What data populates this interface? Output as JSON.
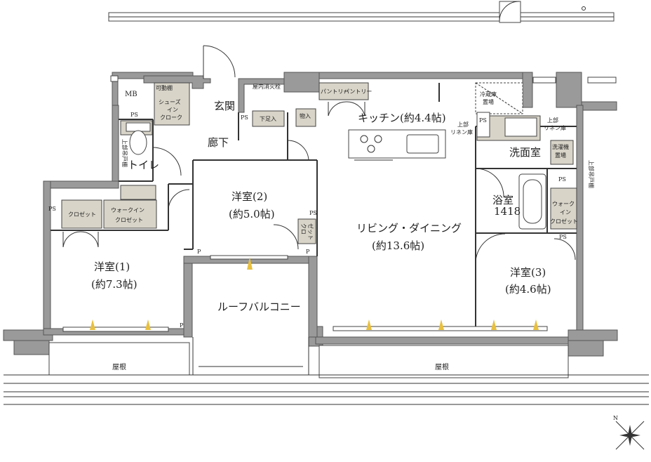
{
  "rooms": {
    "entrance": "玄関",
    "corridor": "廊下",
    "toilet": "トイレ",
    "western1_name": "洋室(1)",
    "western1_size": "(約7.3帖)",
    "western2_name": "洋室(2)",
    "western2_size": "(約5.0帖)",
    "western3_name": "洋室(3)",
    "western3_size": "(約4.6帖)",
    "kitchen": "キッチン(約4.4帖)",
    "living_name": "リビング・ダイニング",
    "living_size": "(約13.6帖)",
    "washroom": "洗面室",
    "bath_name": "浴室",
    "bath_size": "1418",
    "roof_balcony": "ルーフバルコニー",
    "roof_left": "屋根",
    "roof_right": "屋根"
  },
  "labels": {
    "mb": "MB",
    "ps": "PS",
    "p": "P",
    "movable_shelf": "可動棚",
    "shoes_in_cloak": [
      "シューズ",
      "イン",
      "クローク"
    ],
    "indoor_hydrant": "屋内消火栓",
    "shoe_low": "下足入",
    "storage": "物入",
    "pantry1": "パントリー",
    "pantry2": "パントリー",
    "fridge": [
      "冷蔵庫",
      "置場"
    ],
    "upper_linen_left": [
      "上部",
      "リネン庫"
    ],
    "upper_linen_right": [
      "上部",
      "リネン庫"
    ],
    "washer": [
      "洗濯機",
      "置場"
    ],
    "upper_hanging_right": "上部吊戸棚",
    "upper_hanging_left": "上部吊戸棚",
    "closet": "クロゼット",
    "walk_in_closet": [
      "ウォークイン",
      "クロゼット"
    ],
    "closet_small": [
      "クロ",
      "ゼット"
    ],
    "walk_in_closet_3": [
      "ウォーク",
      "イン",
      "クロゼット"
    ]
  }
}
